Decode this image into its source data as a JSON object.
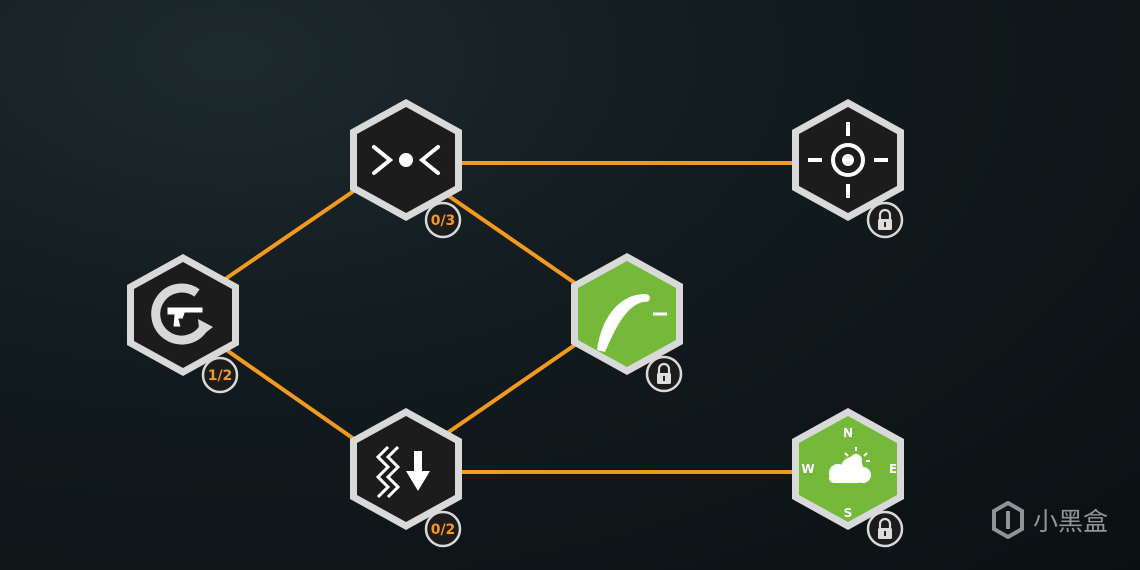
{
  "colors": {
    "connector": "#f39a1e",
    "locked_fill": "#76b83a",
    "dark_fill": "#1c1c1c",
    "border": "#d9d9d9",
    "badge_text": "#f39a1e"
  },
  "skill_tree": {
    "nodes": [
      {
        "id": "reload",
        "icon": "pistol-reload-icon",
        "state": "unlocked",
        "progress": "1/2"
      },
      {
        "id": "focus",
        "icon": "converge-dot-icon",
        "state": "unlocked",
        "progress": "0/3"
      },
      {
        "id": "recoil",
        "icon": "recoil-down-icon",
        "state": "unlocked",
        "progress": "0/2"
      },
      {
        "id": "trajectory",
        "icon": "bullet-arc-icon",
        "state": "locked",
        "progress": ""
      },
      {
        "id": "precision",
        "icon": "crosshair-icon",
        "state": "locked",
        "progress": ""
      },
      {
        "id": "weather",
        "icon": "compass-weather-icon",
        "state": "locked",
        "progress": "",
        "compass": {
          "n": "N",
          "e": "E",
          "s": "S",
          "w": "W"
        }
      }
    ],
    "links": [
      [
        "reload",
        "focus"
      ],
      [
        "reload",
        "recoil"
      ],
      [
        "focus",
        "trajectory"
      ],
      [
        "recoil",
        "trajectory"
      ],
      [
        "focus",
        "precision"
      ],
      [
        "recoil",
        "weather"
      ]
    ]
  },
  "watermark": {
    "text": "小黑盒",
    "icon": "xiaoheihe-logo-icon"
  }
}
